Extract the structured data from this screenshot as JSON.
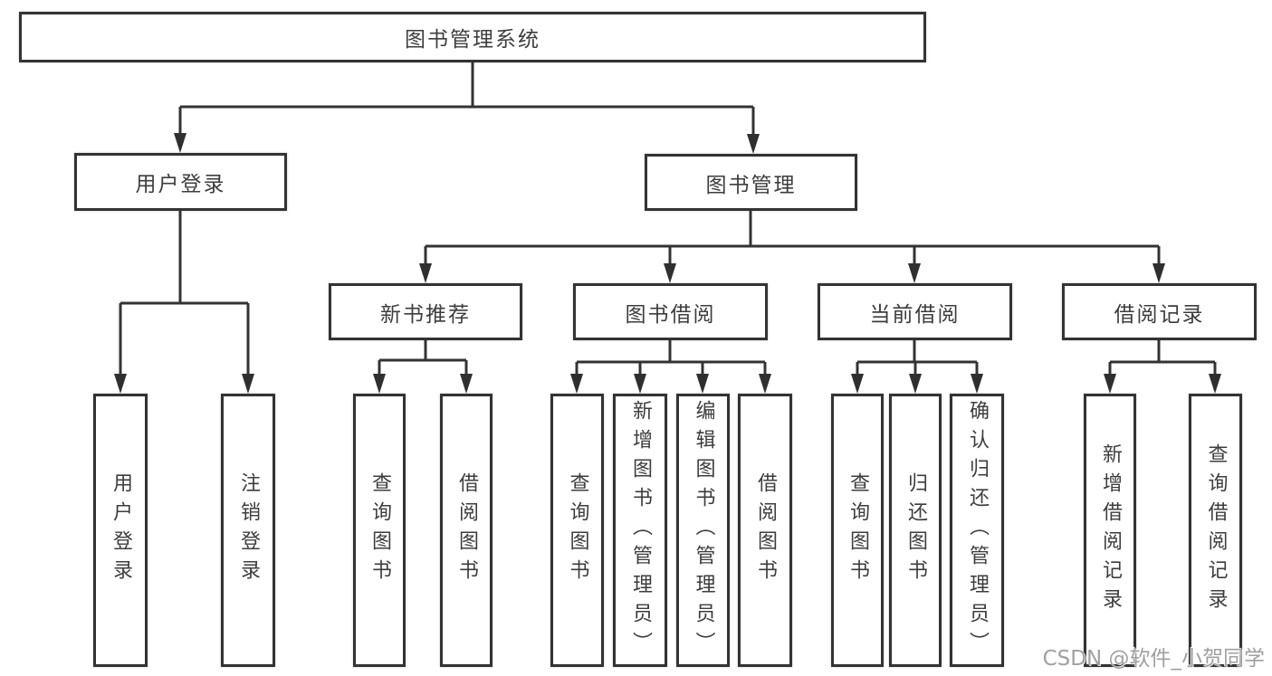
{
  "tree": {
    "root": {
      "label": "图书管理系统",
      "children": [
        {
          "label": "用户登录",
          "children": [
            {
              "label": "用户登录"
            },
            {
              "label": "注销登录"
            }
          ]
        },
        {
          "label": "图书管理",
          "children": [
            {
              "label": "新书推荐",
              "children": [
                {
                  "label": "查询图书"
                },
                {
                  "label": "借阅图书"
                }
              ]
            },
            {
              "label": "图书借阅",
              "children": [
                {
                  "label": "查询图书"
                },
                {
                  "label": "新增图书（管理员）"
                },
                {
                  "label": "编辑图书（管理员）"
                },
                {
                  "label": "借阅图书"
                }
              ]
            },
            {
              "label": "当前借阅",
              "children": [
                {
                  "label": "查询图书"
                },
                {
                  "label": "归还图书"
                },
                {
                  "label": "确认归还（管理员）"
                }
              ]
            },
            {
              "label": "借阅记录",
              "children": [
                {
                  "label": "新增借阅记录"
                },
                {
                  "label": "查询借阅记录"
                }
              ]
            }
          ]
        }
      ]
    }
  },
  "watermark": {
    "text": "CSDN @软件_小贺同学"
  },
  "colors": {
    "background": "#ffffff",
    "line": "#333333",
    "border": "#333333",
    "text": "#3d3d3d",
    "watermark": "#a0a0a0"
  }
}
